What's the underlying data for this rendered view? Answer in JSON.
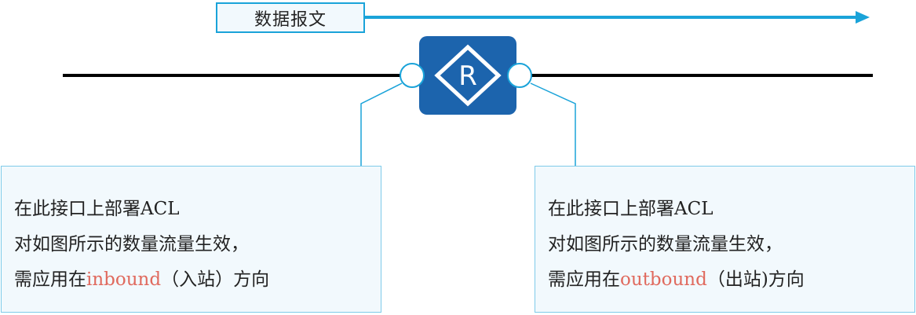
{
  "packet": {
    "label": "数据报文"
  },
  "router": {
    "letter": "R"
  },
  "callouts": {
    "left": {
      "line1": "在此接口上部署ACL",
      "line2": "对如图所示的数量流量生效，",
      "line3_prefix": "需应用在",
      "line3_keyword": "inbound",
      "line3_suffix": "（入站）方向"
    },
    "right": {
      "line1": "在此接口上部署ACL",
      "line2": "对如图所示的数量流量生效，",
      "line3_prefix": "需应用在",
      "line3_keyword": "outbound",
      "line3_suffix": "（出站)方向"
    }
  },
  "colors": {
    "arrow": "#1aa3d9",
    "router": "#1c64ad",
    "link": "#000000",
    "callout_border": "#7fcbe9",
    "keyword": "#e06a5e"
  }
}
